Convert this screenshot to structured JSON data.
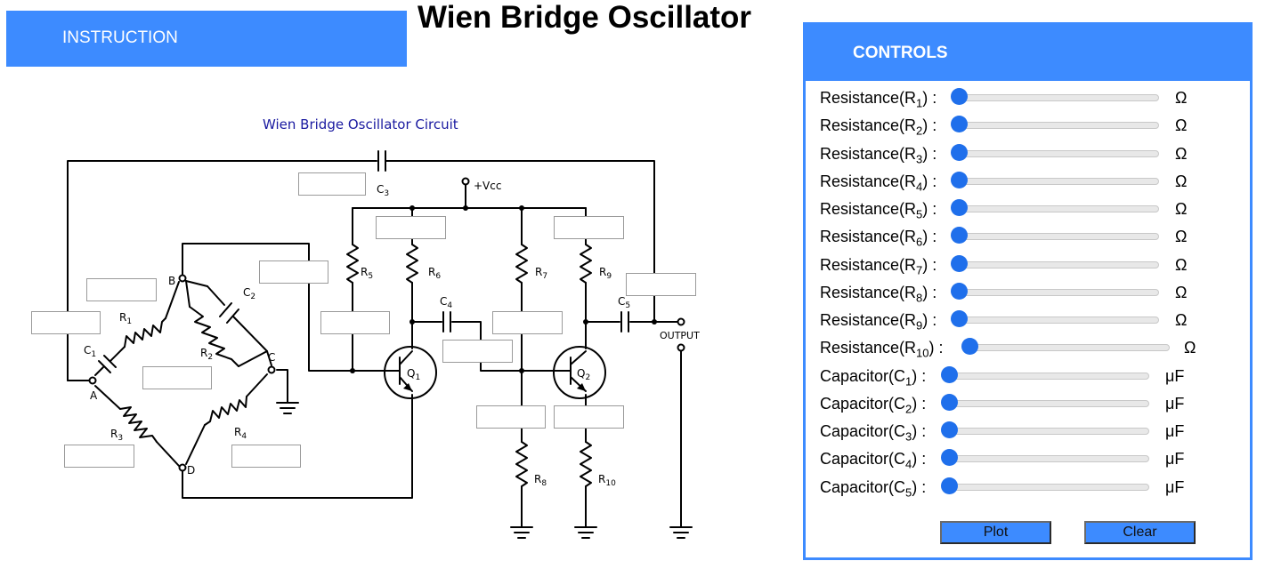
{
  "header": {
    "instruction_label": "INSTRUCTION",
    "title": "Wien Bridge Oscillator"
  },
  "circuit": {
    "title": "Wien Bridge Oscillator Circuit",
    "vcc_label": "+Vcc",
    "output_label": "OUTPUT",
    "nodes": {
      "a": "A",
      "b": "B",
      "c": "C",
      "d": "D"
    },
    "components": {
      "r1": {
        "main": "R",
        "sub": "1"
      },
      "r2": {
        "main": "R",
        "sub": "2"
      },
      "r3": {
        "main": "R",
        "sub": "3"
      },
      "r4": {
        "main": "R",
        "sub": "4"
      },
      "r5": {
        "main": "R",
        "sub": "5"
      },
      "r6": {
        "main": "R",
        "sub": "6"
      },
      "r7": {
        "main": "R",
        "sub": "7"
      },
      "r8": {
        "main": "R",
        "sub": "8"
      },
      "r9": {
        "main": "R",
        "sub": "9"
      },
      "r10": {
        "main": "R",
        "sub": "10"
      },
      "c1": {
        "main": "C",
        "sub": "1"
      },
      "c2": {
        "main": "C",
        "sub": "2"
      },
      "c3": {
        "main": "C",
        "sub": "3"
      },
      "c4": {
        "main": "C",
        "sub": "4"
      },
      "c5": {
        "main": "C",
        "sub": "5"
      },
      "q1": {
        "main": "Q",
        "sub": "1"
      },
      "q2": {
        "main": "Q",
        "sub": "2"
      }
    },
    "value_boxes": {
      "c3": "",
      "r1": "",
      "c1": "",
      "r2": "",
      "c2": "",
      "r3": "",
      "r4": "",
      "r5": "",
      "r6": "",
      "c4": "",
      "r7": "",
      "r8": "",
      "r9": "",
      "r10": "",
      "c5": ""
    }
  },
  "controls": {
    "title": "CONTROLS",
    "sliders": [
      {
        "label": "Resistance(R",
        "sub": "1",
        "suffix": ") :",
        "unit": "Ω",
        "value": 0
      },
      {
        "label": "Resistance(R",
        "sub": "2",
        "suffix": ") :",
        "unit": "Ω",
        "value": 0
      },
      {
        "label": "Resistance(R",
        "sub": "3",
        "suffix": ") :",
        "unit": "Ω",
        "value": 0
      },
      {
        "label": "Resistance(R",
        "sub": "4",
        "suffix": ") :",
        "unit": "Ω",
        "value": 0
      },
      {
        "label": "Resistance(R",
        "sub": "5",
        "suffix": ") :",
        "unit": "Ω",
        "value": 0
      },
      {
        "label": "Resistance(R",
        "sub": "6",
        "suffix": ") :",
        "unit": "Ω",
        "value": 0
      },
      {
        "label": "Resistance(R",
        "sub": "7",
        "suffix": ") :",
        "unit": "Ω",
        "value": 0
      },
      {
        "label": "Resistance(R",
        "sub": "8",
        "suffix": ") :",
        "unit": "Ω",
        "value": 0
      },
      {
        "label": "Resistance(R",
        "sub": "9",
        "suffix": ") :",
        "unit": "Ω",
        "value": 0
      },
      {
        "label": "Resistance(R",
        "sub": "10",
        "suffix": ") :",
        "unit": "Ω",
        "value": 0
      },
      {
        "label": "Capacitor(C",
        "sub": "1",
        "suffix": ") :",
        "unit": "μF",
        "value": 0
      },
      {
        "label": "Capacitor(C",
        "sub": "2",
        "suffix": ") :",
        "unit": "μF",
        "value": 0
      },
      {
        "label": "Capacitor(C",
        "sub": "3",
        "suffix": ") :",
        "unit": "μF",
        "value": 0
      },
      {
        "label": "Capacitor(C",
        "sub": "4",
        "suffix": ") :",
        "unit": "μF",
        "value": 0
      },
      {
        "label": "Capacitor(C",
        "sub": "5",
        "suffix": ") :",
        "unit": "μF",
        "value": 0
      }
    ],
    "plot_label": "Plot",
    "clear_label": "Clear"
  }
}
